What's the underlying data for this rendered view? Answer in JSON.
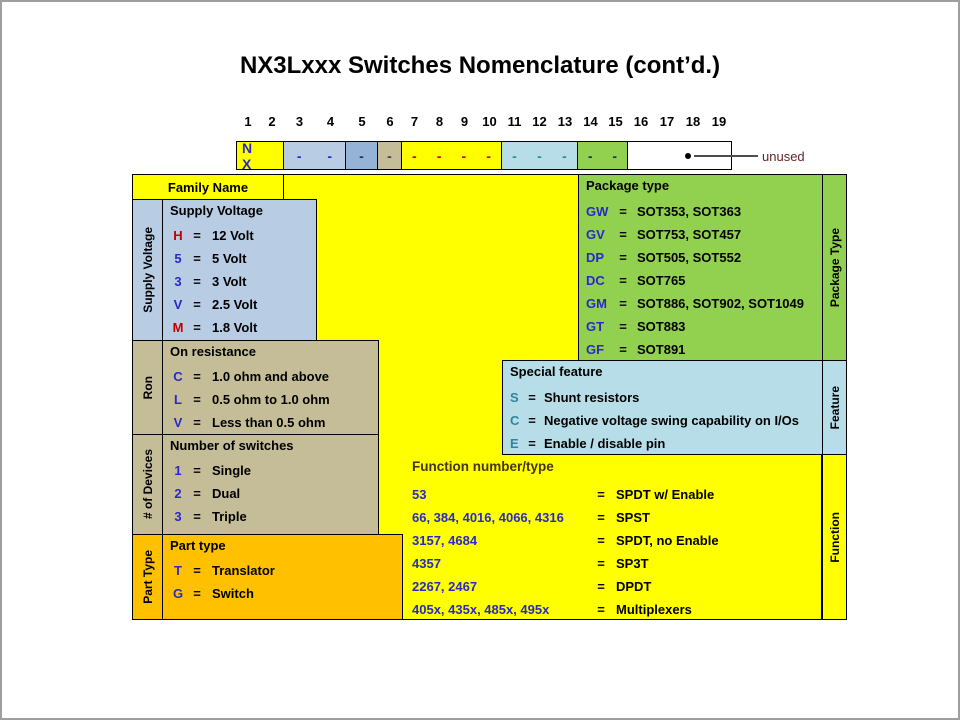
{
  "title": "NX3Lxxx Switches Nomenclature (cont’d.)",
  "symbols": {
    "eq": "="
  },
  "positions": {
    "numbers": [
      "1",
      "2",
      "3",
      "4",
      "5",
      "6",
      "7",
      "8",
      "9",
      "10",
      "11",
      "12",
      "13",
      "14",
      "15",
      "16",
      "17",
      "18",
      "19"
    ],
    "unused_label": "unused"
  },
  "code_row": {
    "prefix": "N X",
    "dash": "-"
  },
  "family_name": {
    "label": "Family Name"
  },
  "supply_voltage": {
    "side_label": "Supply Voltage",
    "header": "Supply Voltage",
    "rows": [
      {
        "code": "H",
        "value": "12 Volt"
      },
      {
        "code": "5",
        "value": "5 Volt"
      },
      {
        "code": "3",
        "value": "3 Volt"
      },
      {
        "code": "V",
        "value": "2.5 Volt"
      },
      {
        "code": "M",
        "value": "1.8 Volt"
      }
    ]
  },
  "on_resistance": {
    "side_label": "Ron",
    "header": "On resistance",
    "rows": [
      {
        "code": "C",
        "value": "1.0 ohm and above"
      },
      {
        "code": "L",
        "value": "0.5 ohm to 1.0 ohm"
      },
      {
        "code": "V",
        "value": "Less than 0.5 ohm"
      }
    ]
  },
  "num_switches": {
    "side_label": "# of Devices",
    "header": "Number of  switches",
    "rows": [
      {
        "code": "1",
        "value": "Single"
      },
      {
        "code": "2",
        "value": "Dual"
      },
      {
        "code": "3",
        "value": "Triple"
      }
    ]
  },
  "part_type": {
    "side_label": "Part Type",
    "header": "Part type",
    "rows": [
      {
        "code": "T",
        "value": "Translator"
      },
      {
        "code": "G",
        "value": "Switch"
      }
    ]
  },
  "package_type": {
    "side_label": "Package Type",
    "header": "Package type",
    "rows": [
      {
        "code": "GW",
        "value": "SOT353, SOT363"
      },
      {
        "code": "GV",
        "value": "SOT753, SOT457"
      },
      {
        "code": "DP",
        "value": "SOT505, SOT552"
      },
      {
        "code": "DC",
        "value": "SOT765"
      },
      {
        "code": "GM",
        "value": "SOT886, SOT902, SOT1049"
      },
      {
        "code": "GT",
        "value": "SOT883"
      },
      {
        "code": "GF",
        "value": "SOT891"
      }
    ]
  },
  "special_feature": {
    "side_label": "Feature",
    "header": "Special feature",
    "rows": [
      {
        "code": "S",
        "value": "Shunt resistors"
      },
      {
        "code": "C",
        "value": "Negative voltage swing capability on I/Os"
      },
      {
        "code": "E",
        "value": "Enable / disable pin"
      }
    ]
  },
  "function": {
    "side_label": "Function",
    "header": "Function number/type",
    "rows": [
      {
        "code": "53",
        "value": "SPDT w/ Enable"
      },
      {
        "code": "66, 384, 4016, 4066, 4316",
        "value": "SPST"
      },
      {
        "code": "3157, 4684",
        "value": "SPDT, no Enable"
      },
      {
        "code": "4357",
        "value": "SP3T"
      },
      {
        "code": "2267, 2467",
        "value": "DPDT"
      },
      {
        "code": "405x, 435x, 485x, 495x",
        "value": "Multiplexers"
      }
    ]
  },
  "colors": {
    "yellow": "#ffff00",
    "light_blue": "#b8cce4",
    "steel_blue": "#95b3d7",
    "tan": "#c4bd97",
    "orange": "#ffc000",
    "green": "#92d050",
    "light_cyan": "#b7dee8",
    "code_blue": "#2929c8",
    "code_red": "#c00000",
    "code_teal": "#31849b",
    "unused_text": "#632423"
  }
}
